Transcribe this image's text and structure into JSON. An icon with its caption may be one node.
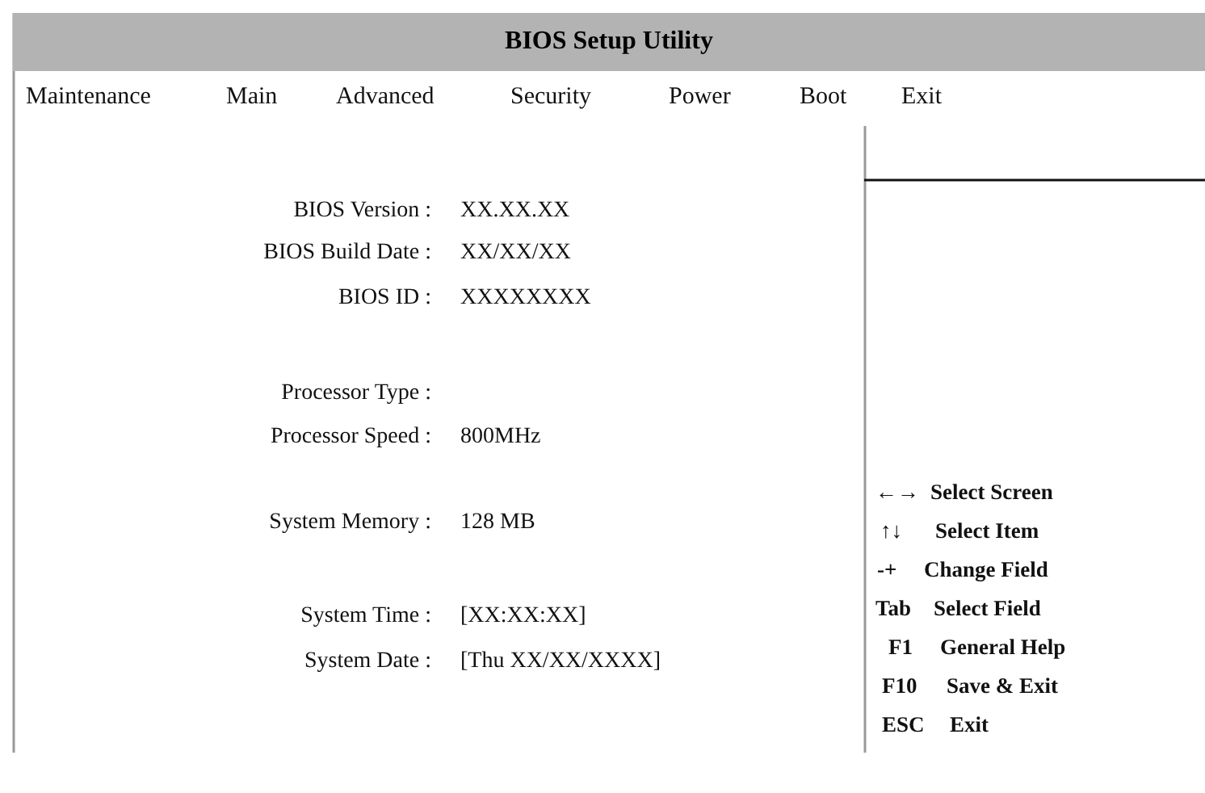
{
  "diagram": {
    "title": "BIOS Setup Utility",
    "labels": [
      "Maintenance",
      "Main",
      "Advanced",
      "Security",
      "Power",
      "Boot",
      "Exit",
      "BIOS Version :",
      "XX.XX.XX",
      "BIOS Build Date :",
      "XX/XX/XX",
      "BIOS ID :",
      "XXXXXXXX",
      "Processor Type :",
      "Processor Speed :",
      "800MHz",
      "System Memory :",
      "128 MB",
      "System Time :",
      "[XX:XX:XX]",
      "System Date :",
      "[Thu XX/XX/XXXX]",
      "←→",
      "Select Screen",
      "↑↓",
      "Select Item",
      "-+",
      "Change Field",
      "Tab",
      "Select Field",
      "F1",
      "General Help",
      "F10",
      "Save & Exit",
      "ESC",
      "Exit"
    ]
  }
}
